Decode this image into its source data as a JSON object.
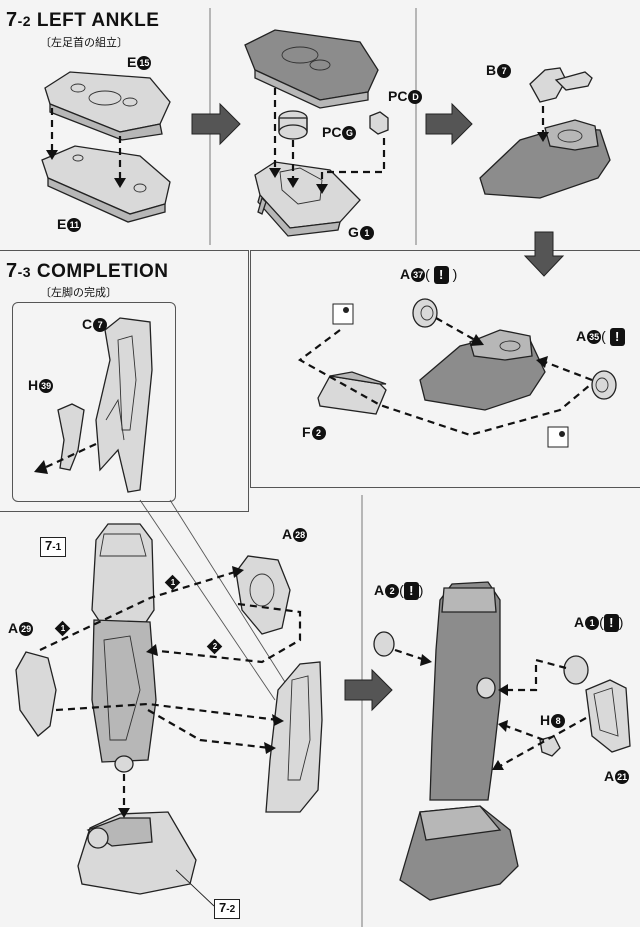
{
  "steps": [
    {
      "num": "7",
      "sub": "-2",
      "title": "LEFT ANKLE",
      "jp": "〔左足首の組立〕"
    },
    {
      "num": "7",
      "sub": "-3",
      "title": "COMPLETION",
      "jp": "〔左脚の完成〕"
    }
  ],
  "labels": {
    "e15": {
      "letter": "E",
      "num": "15"
    },
    "e11": {
      "letter": "E",
      "num": "11"
    },
    "pcd": {
      "letter": "PC",
      "num": "D"
    },
    "pcg": {
      "letter": "PC",
      "num": "G"
    },
    "g1": {
      "letter": "G",
      "num": "1"
    },
    "b7": {
      "letter": "B",
      "num": "7"
    },
    "a37": {
      "letter": "A",
      "num": "37"
    },
    "a35": {
      "letter": "A",
      "num": "35"
    },
    "f2": {
      "letter": "F",
      "num": "2"
    },
    "c7": {
      "letter": "C",
      "num": "7"
    },
    "h39": {
      "letter": "H",
      "num": "39"
    },
    "a28": {
      "letter": "A",
      "num": "28"
    },
    "a29": {
      "letter": "A",
      "num": "29"
    },
    "a2": {
      "letter": "A",
      "num": "2"
    },
    "a1": {
      "letter": "A",
      "num": "1"
    },
    "h8": {
      "letter": "H",
      "num": "8"
    },
    "a21": {
      "letter": "A",
      "num": "21"
    }
  },
  "warning": {
    "symbol": "!",
    "open": "(",
    "close": ")"
  },
  "refs": {
    "ref71": {
      "num": "7",
      "sub": "-1"
    },
    "ref72": {
      "num": "7",
      "sub": "-2"
    }
  },
  "diamonds": {
    "one": "1",
    "two": "2"
  }
}
